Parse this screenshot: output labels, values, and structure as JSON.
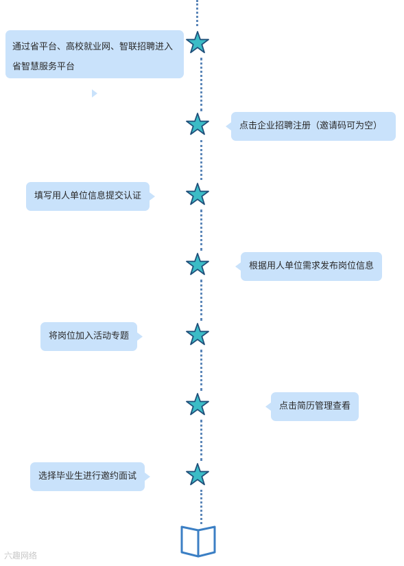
{
  "colors": {
    "bubble": "#c9e2fb",
    "line": "#5b86b8",
    "star_fill": "#3bbcc6",
    "star_stroke": "#1f4f7a",
    "book": "#3b7fc4"
  },
  "steps": [
    {
      "text": "通过省平台、高校就业网、智联招聘进入省智慧服务平台",
      "side": "left"
    },
    {
      "text": "点击企业招聘注册（邀请码可为空）",
      "side": "right"
    },
    {
      "text": "填写用人单位信息提交认证",
      "side": "left"
    },
    {
      "text": "根据用人单位需求发布岗位信息",
      "side": "right"
    },
    {
      "text": "将岗位加入活动专题",
      "side": "left"
    },
    {
      "text": "点击简历管理查看",
      "side": "right"
    },
    {
      "text": "选择毕业生进行邀约面试",
      "side": "left"
    }
  ],
  "end_icon": "open-book-icon",
  "step_icon": "star-icon",
  "watermark": "六趣网络"
}
